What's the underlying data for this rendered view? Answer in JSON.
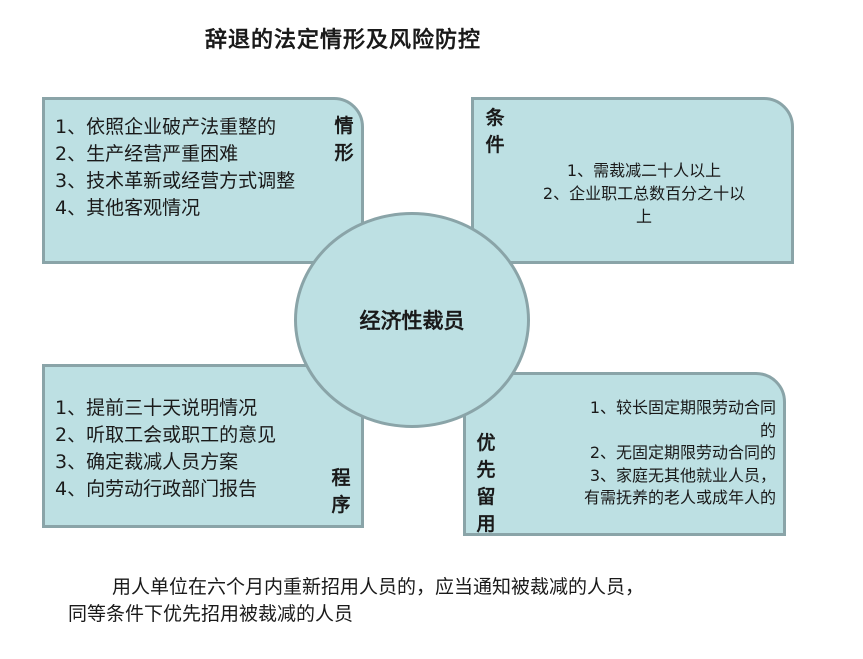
{
  "title": "辞退的法定情形及风险防控",
  "center_label": "经济性裁员",
  "boxes": {
    "situations": {
      "label": "情形",
      "items": [
        "1、依照企业破产法重整的",
        "2、生产经营严重困难",
        "3、技术革新或经营方式调整",
        "4、其他客观情况"
      ]
    },
    "conditions": {
      "label": "条件",
      "items": [
        "1、需裁减二十人以上",
        "2、企业职工总数百分之十以",
        "上"
      ]
    },
    "procedure": {
      "label": "程序",
      "items": [
        "1、提前三十天说明情况",
        "2、听取工会或职工的意见",
        "3、确定裁减人员方案",
        "4、向劳动行政部门报告"
      ]
    },
    "priority": {
      "label": "优先留用",
      "items": [
        "1、较长固定期限劳动合同",
        "的",
        "2、无固定期限劳动合同的",
        "3、家庭无其他就业人员，",
        "有需抚养的老人或成年人的"
      ]
    }
  },
  "footer_note": [
    "用人单位在六个月内重新招用人员的，应当通知被裁减的人员，",
    "同等条件下优先招用被裁减的人员"
  ],
  "colors": {
    "box_fill": "#bde0e3",
    "box_border": "#8aa4a8"
  }
}
